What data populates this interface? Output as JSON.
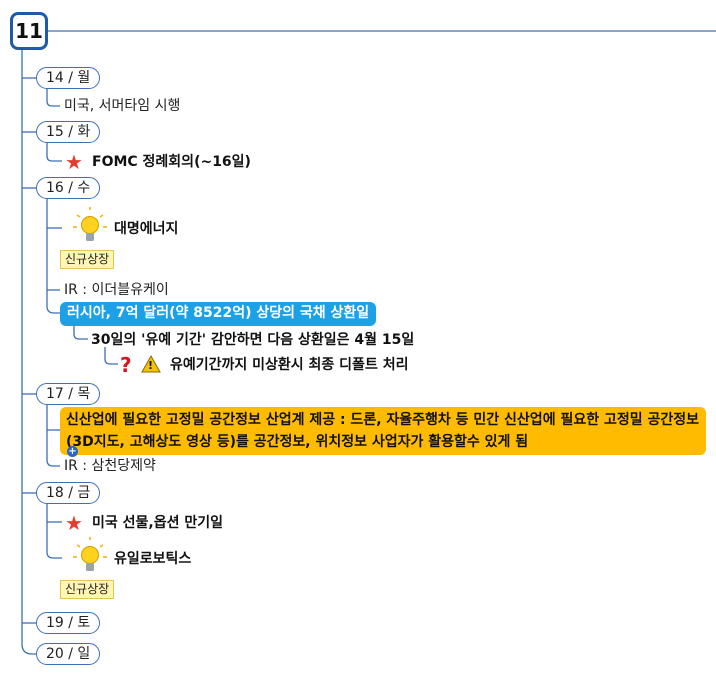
{
  "root": {
    "label": "11"
  },
  "days": [
    {
      "label": "14 / 월",
      "items": [
        {
          "text": "미국, 서머타임 시행"
        }
      ]
    },
    {
      "label": "15 / 화",
      "items": [
        {
          "text": "FOMC 정례회의(~16일)",
          "icon": "star-icon"
        }
      ]
    },
    {
      "label": "16 / 수",
      "items": [
        {
          "text": "대명에너지",
          "icon": "lightbulb-icon",
          "tag": "신규상장"
        },
        {
          "text": "IR : 이더블유케이"
        },
        {
          "text": "러시아, 7억 달러(약 8522억) 상당의 국채 상환일",
          "highlight": "#1da1e6",
          "children": [
            {
              "text": "30일의 '유예 기간' 감안하면 다음 상환일은 4월 15일",
              "children": [
                {
                  "text": "유예기간까지 미상환시 최종 디폴트 처리",
                  "icons": [
                    "question-icon",
                    "warning-icon"
                  ]
                }
              ]
            }
          ]
        }
      ]
    },
    {
      "label": "17 / 목",
      "items": [
        {
          "text": "신산업에 필요한 고정밀 공간정보 산업계 제공 : 드론, 자율주행차 등 민간 신산업에 필요한 고정밀 공간정보(3D지도, 고해상도 영상 등)를 공간정보, 위치정보 사업자가 활용할수 있게 됨",
          "highlight": "#ffbb00",
          "icon": "expand-plus-icon"
        },
        {
          "text": "IR : 삼천당제약"
        }
      ]
    },
    {
      "label": "18 / 금",
      "items": [
        {
          "text": "미국 선물,옵션 만기일",
          "icon": "star-icon"
        },
        {
          "text": "유일로보틱스",
          "icon": "lightbulb-icon",
          "tag": "신규상장"
        }
      ]
    },
    {
      "label": "19 / 토",
      "items": []
    },
    {
      "label": "20 / 일",
      "items": []
    }
  ],
  "icons": {
    "star": "★",
    "question": "?",
    "warning": "!",
    "plus": "+"
  },
  "colors": {
    "connector": "#3d6fb6",
    "root_border": "#1e5aa8",
    "blue_highlight": "#1da1e6",
    "orange_highlight": "#ffbb00",
    "tag_bg": "#fff6b3",
    "star": "#e63c2f"
  }
}
